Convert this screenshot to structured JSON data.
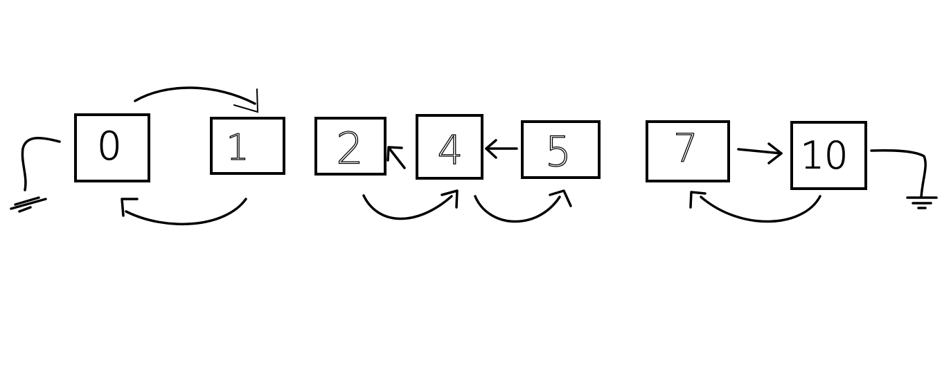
{
  "diagram": {
    "nodes": [
      {
        "id": "n0",
        "label": "0"
      },
      {
        "id": "n1",
        "label": "1"
      },
      {
        "id": "n2",
        "label": "2"
      },
      {
        "id": "n4",
        "label": "4"
      },
      {
        "id": "n5",
        "label": "5"
      },
      {
        "id": "n7",
        "label": "7"
      },
      {
        "id": "n10",
        "label": "10"
      }
    ],
    "edges": [
      {
        "from": "0",
        "to": "1"
      },
      {
        "from": "1",
        "to": "0"
      },
      {
        "from": "4",
        "to": "2"
      },
      {
        "from": "2",
        "to": "4"
      },
      {
        "from": "5",
        "to": "4"
      },
      {
        "from": "4",
        "to": "5"
      },
      {
        "from": "7",
        "to": "10"
      },
      {
        "from": "10",
        "to": "7"
      }
    ],
    "grounds": [
      {
        "attached_to": "0"
      },
      {
        "attached_to": "10"
      }
    ]
  }
}
